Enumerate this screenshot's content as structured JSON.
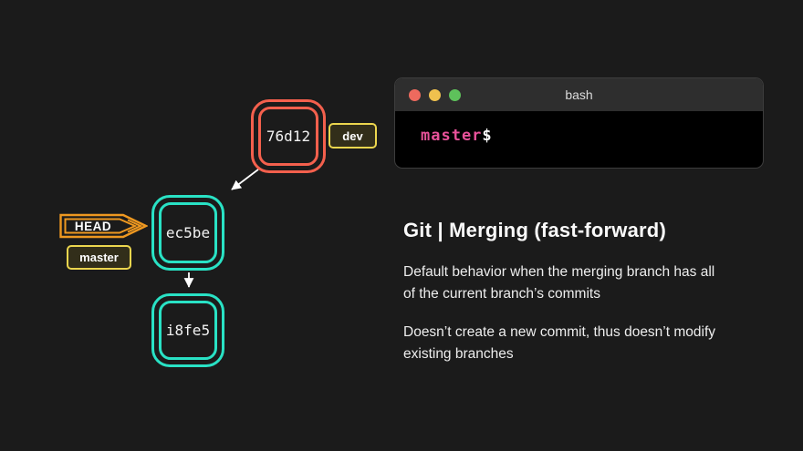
{
  "slide": {
    "background": "#1b1b1b",
    "heading": "Git | Merging (fast-forward)",
    "paragraphs": [
      {
        "line1": "Default behavior when the merging branch has all",
        "line2": "of the current branch’s commits"
      },
      {
        "line1": "Doesn’t create a new commit, thus doesn’t modify",
        "line2": "existing branches"
      }
    ]
  },
  "terminal": {
    "title": "bash",
    "prompt": {
      "branch": "master",
      "symbol": "$",
      "branch_color": "#e8529a"
    },
    "traffic_lights": [
      {
        "name": "close",
        "color": "#ed6a5e"
      },
      {
        "name": "minimize",
        "color": "#f0c14e"
      },
      {
        "name": "zoom",
        "color": "#5ec15b"
      }
    ]
  },
  "diagram": {
    "commits": [
      {
        "id": "76d12",
        "color": "#f4604d"
      },
      {
        "id": "ec5be",
        "color": "#29e2c5"
      },
      {
        "id": "i8fe5",
        "color": "#29e2c5"
      }
    ],
    "head_label": "HEAD",
    "master_label": "master",
    "dev_label": "dev",
    "colors": {
      "commit_red": "#f4604d",
      "commit_teal": "#29e2c5",
      "branch_label_border": "#ecd64e",
      "head_border": "#ee9820",
      "arrow": "#ffffff"
    }
  }
}
